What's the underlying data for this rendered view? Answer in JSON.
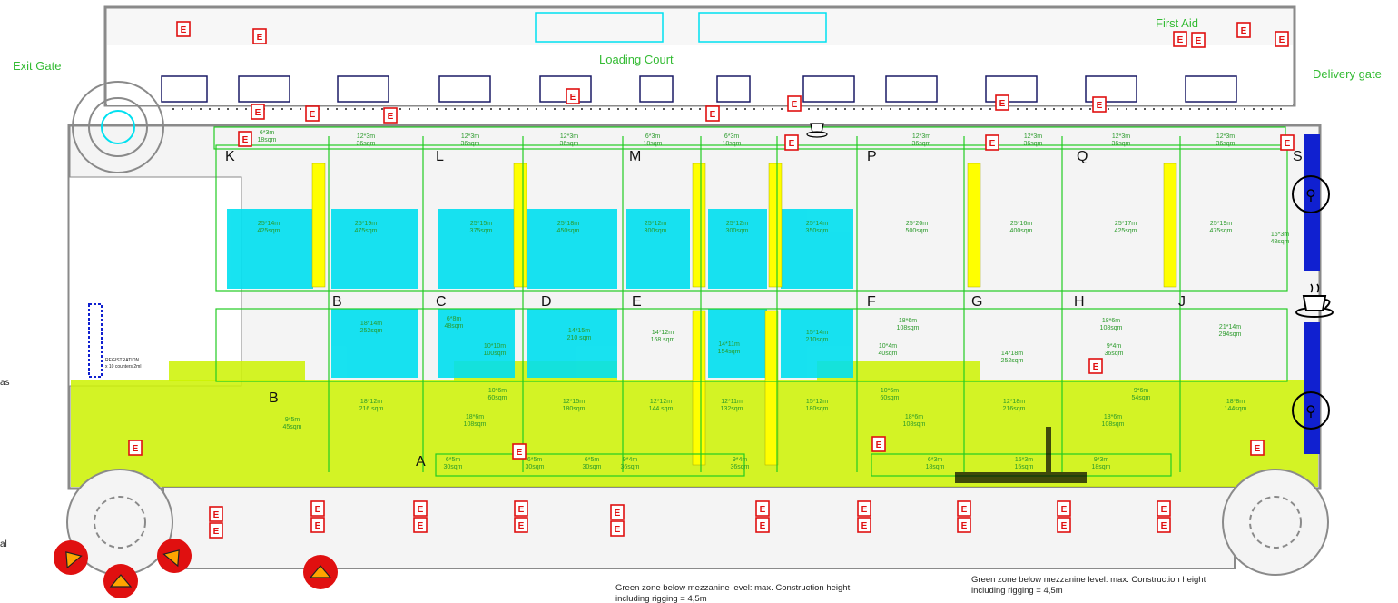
{
  "labels": {
    "exit_gate": "Exit Gate",
    "loading_court": "Loading Court",
    "first_aid": "First Aid",
    "delivery_gate": "Delivery gate",
    "registration_line1": "REGISTRATION",
    "registration_line2": "x 10 counters 2ml",
    "edge_as": "as",
    "edge_al": "al"
  },
  "notes": [
    {
      "line1": "Green zone below mezzanine level: max. Construction height",
      "line2": "including rigging = 4,5m"
    },
    {
      "line1": "Green zone below mezzanine level: max. Construction height",
      "line2": "including rigging = 4,5m"
    }
  ],
  "grid_letters": {
    "top": [
      "K",
      "L",
      "M",
      "P",
      "Q",
      "S"
    ],
    "middle": [
      "B",
      "C",
      "D",
      "E",
      "F",
      "G",
      "H",
      "J"
    ],
    "lower": [
      "B",
      "A"
    ]
  },
  "top_stands": [
    {
      "dim": "6*3m",
      "area": "18sqm"
    },
    {
      "dim": "12*3m",
      "area": "36sqm"
    },
    {
      "dim": "12*3m",
      "area": "36sqm"
    },
    {
      "dim": "12*3m",
      "area": "36sqm"
    },
    {
      "dim": "6*3m",
      "area": "18sqm"
    },
    {
      "dim": "6*3m",
      "area": "18sqm"
    },
    {
      "dim": "12*3m",
      "area": "36sqm"
    },
    {
      "dim": "12*3m",
      "area": "36sqm"
    },
    {
      "dim": "12*3m",
      "area": "36sqm"
    },
    {
      "dim": "12*3m",
      "area": "36sqm"
    }
  ],
  "upper_stands": [
    {
      "dim": "25*14m",
      "area": "425sqm"
    },
    {
      "dim": "25*19m",
      "area": "475sqm"
    },
    {
      "dim": "25*15m",
      "area": "375sqm"
    },
    {
      "dim": "25*18m",
      "area": "450sqm"
    },
    {
      "dim": "25*12m",
      "area": "300sqm"
    },
    {
      "dim": "25*12m",
      "area": "300sqm"
    },
    {
      "dim": "25*14m",
      "area": "350sqm"
    },
    {
      "dim": "25*20m",
      "area": "500sqm"
    },
    {
      "dim": "25*16m",
      "area": "400sqm"
    },
    {
      "dim": "25*17m",
      "area": "425sqm"
    },
    {
      "dim": "25*19m",
      "area": "475sqm"
    },
    {
      "dim": "16*3m",
      "area": "48sqm"
    }
  ],
  "middle_stands": [
    {
      "dim": "18*14m",
      "area": "252sqm"
    },
    {
      "dim": "6*8m",
      "area": "48sqm"
    },
    {
      "dim": "10*10m",
      "area": "100sqm"
    },
    {
      "dim": "14*15m",
      "area": "210 sqm"
    },
    {
      "dim": "14*12m",
      "area": "168 sqm"
    },
    {
      "dim": "14*11m",
      "area": "154sqm"
    },
    {
      "dim": "15*14m",
      "area": "210sqm"
    },
    {
      "dim": "18*6m",
      "area": "108sqm"
    },
    {
      "dim": "10*4m",
      "area": "40sqm"
    },
    {
      "dim": "14*18m",
      "area": "252sqm"
    },
    {
      "dim": "18*6m",
      "area": "108sqm"
    },
    {
      "dim": "9*4m",
      "area": "36sqm"
    },
    {
      "dim": "21*14m",
      "area": "294sqm"
    }
  ],
  "lower_stands": [
    {
      "dim": "9*5m",
      "area": "45sqm"
    },
    {
      "dim": "18*12m",
      "area": "216 sqm"
    },
    {
      "dim": "18*6m",
      "area": "108sqm"
    },
    {
      "dim": "10*6m",
      "area": "60sqm"
    },
    {
      "dim": "12*15m",
      "area": "180sqm"
    },
    {
      "dim": "12*12m",
      "area": "144 sqm"
    },
    {
      "dim": "12*11m",
      "area": "132sqm"
    },
    {
      "dim": "15*12m",
      "area": "180sqm"
    },
    {
      "dim": "10*6m",
      "area": "60sqm"
    },
    {
      "dim": "18*6m",
      "area": "108sqm"
    },
    {
      "dim": "12*18m",
      "area": "216sqm"
    },
    {
      "dim": "18*6m",
      "area": "108sqm"
    },
    {
      "dim": "9*6m",
      "area": "54sqm"
    },
    {
      "dim": "18*8m",
      "area": "144sqm"
    }
  ],
  "bottom_stands": [
    {
      "dim": "6*5m",
      "area": "30sqm"
    },
    {
      "dim": "6*5m",
      "area": "30sqm"
    },
    {
      "dim": "6*5m",
      "area": "30sqm"
    },
    {
      "dim": "9*4m",
      "area": "36sqm"
    },
    {
      "dim": "9*4m",
      "area": "36sqm"
    },
    {
      "dim": "6*3m",
      "area": "18sqm"
    },
    {
      "dim": "15*3m",
      "area": "15sqm"
    },
    {
      "dim": "9*3m",
      "area": "18sqm"
    }
  ],
  "exit_marker_text": "E",
  "colors": {
    "wall": "#8a8a8a",
    "building_fill": "#f0f0f0",
    "cyan": "#00e0f0",
    "green_line": "#22cc22",
    "mezzanine_zone": "#ccf200",
    "aisle_yellow": "#ffff00",
    "exit_red": "#e01010",
    "blue_bar": "#1020d0",
    "gate_orange": "#ffa500"
  },
  "icons": [
    "coffee-cup-icon",
    "toilet-symbol-icon",
    "exit-sign-icon",
    "entrance-arrow-icon",
    "first-aid-icon",
    "staircase-icon"
  ]
}
